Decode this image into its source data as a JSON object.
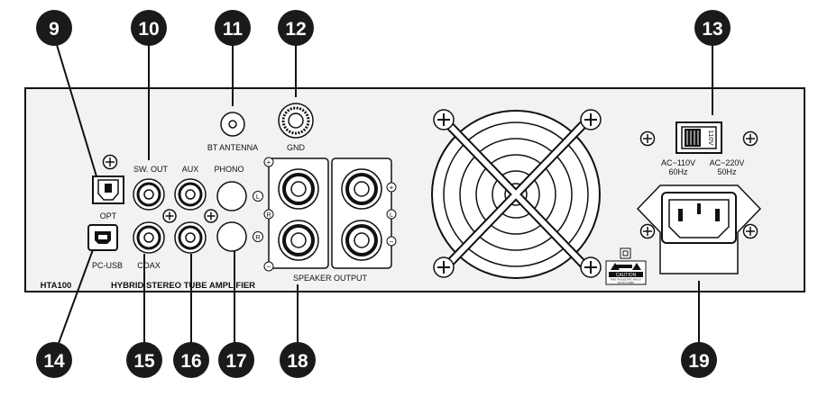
{
  "callouts": {
    "c9": "9",
    "c10": "10",
    "c11": "11",
    "c12": "12",
    "c13": "13",
    "c14": "14",
    "c15": "15",
    "c16": "16",
    "c17": "17",
    "c18": "18",
    "c19": "19"
  },
  "labels": {
    "bt_antenna": "BT ANTENNA",
    "gnd": "GND",
    "sw_out": "SW. OUT",
    "aux": "AUX",
    "phono": "PHONO",
    "opt": "OPT",
    "pc_usb": "PC-USB",
    "coax": "COAX",
    "speaker_output": "SPEAKER OUTPUT",
    "ac110_line1": "AC~110V",
    "ac110_line2": "60Hz",
    "ac220_line1": "AC~220V",
    "ac220_line2": "50Hz",
    "switch_text": "110V",
    "caution": "CAUTION",
    "caution_small1": "RISK OF ELECTRIC SHOCK",
    "caution_small2": "DO NOT OPEN",
    "model": "HTA100",
    "product_name": "HYBRID STEREO TUBE AMPLIFIER",
    "ch_L": "L",
    "ch_R": "R",
    "plus": "+",
    "minus": "−"
  },
  "colors": {
    "panel_bg": "#f2f2f2",
    "ink": "#111111",
    "callout": "#1a1a1a"
  }
}
